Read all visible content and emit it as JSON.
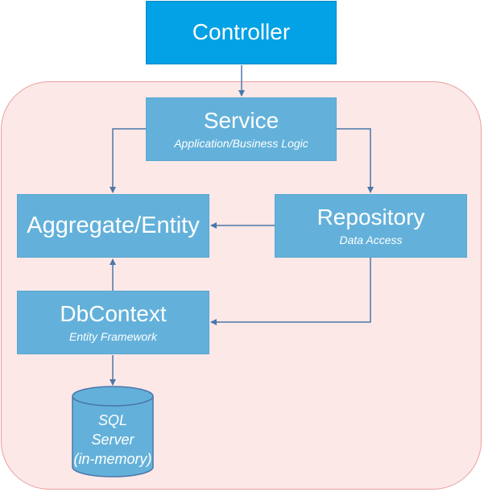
{
  "controller": {
    "title": "Controller"
  },
  "service": {
    "title": "Service",
    "subtitle": "Application/Business Logic"
  },
  "aggregate": {
    "title": "Aggregate/Entity"
  },
  "repository": {
    "title": "Repository",
    "subtitle": "Data Access"
  },
  "dbcontext": {
    "title": "DbContext",
    "subtitle": "Entity Framework"
  },
  "database": {
    "line1": "SQL",
    "line2": "Server",
    "line3": "(in-memory)"
  },
  "colors": {
    "controller": "#03a1e5",
    "component": "#63b1da",
    "region_fill": "#fde8e8",
    "region_border": "#e8a0a0",
    "arrow": "#4a77a8"
  }
}
